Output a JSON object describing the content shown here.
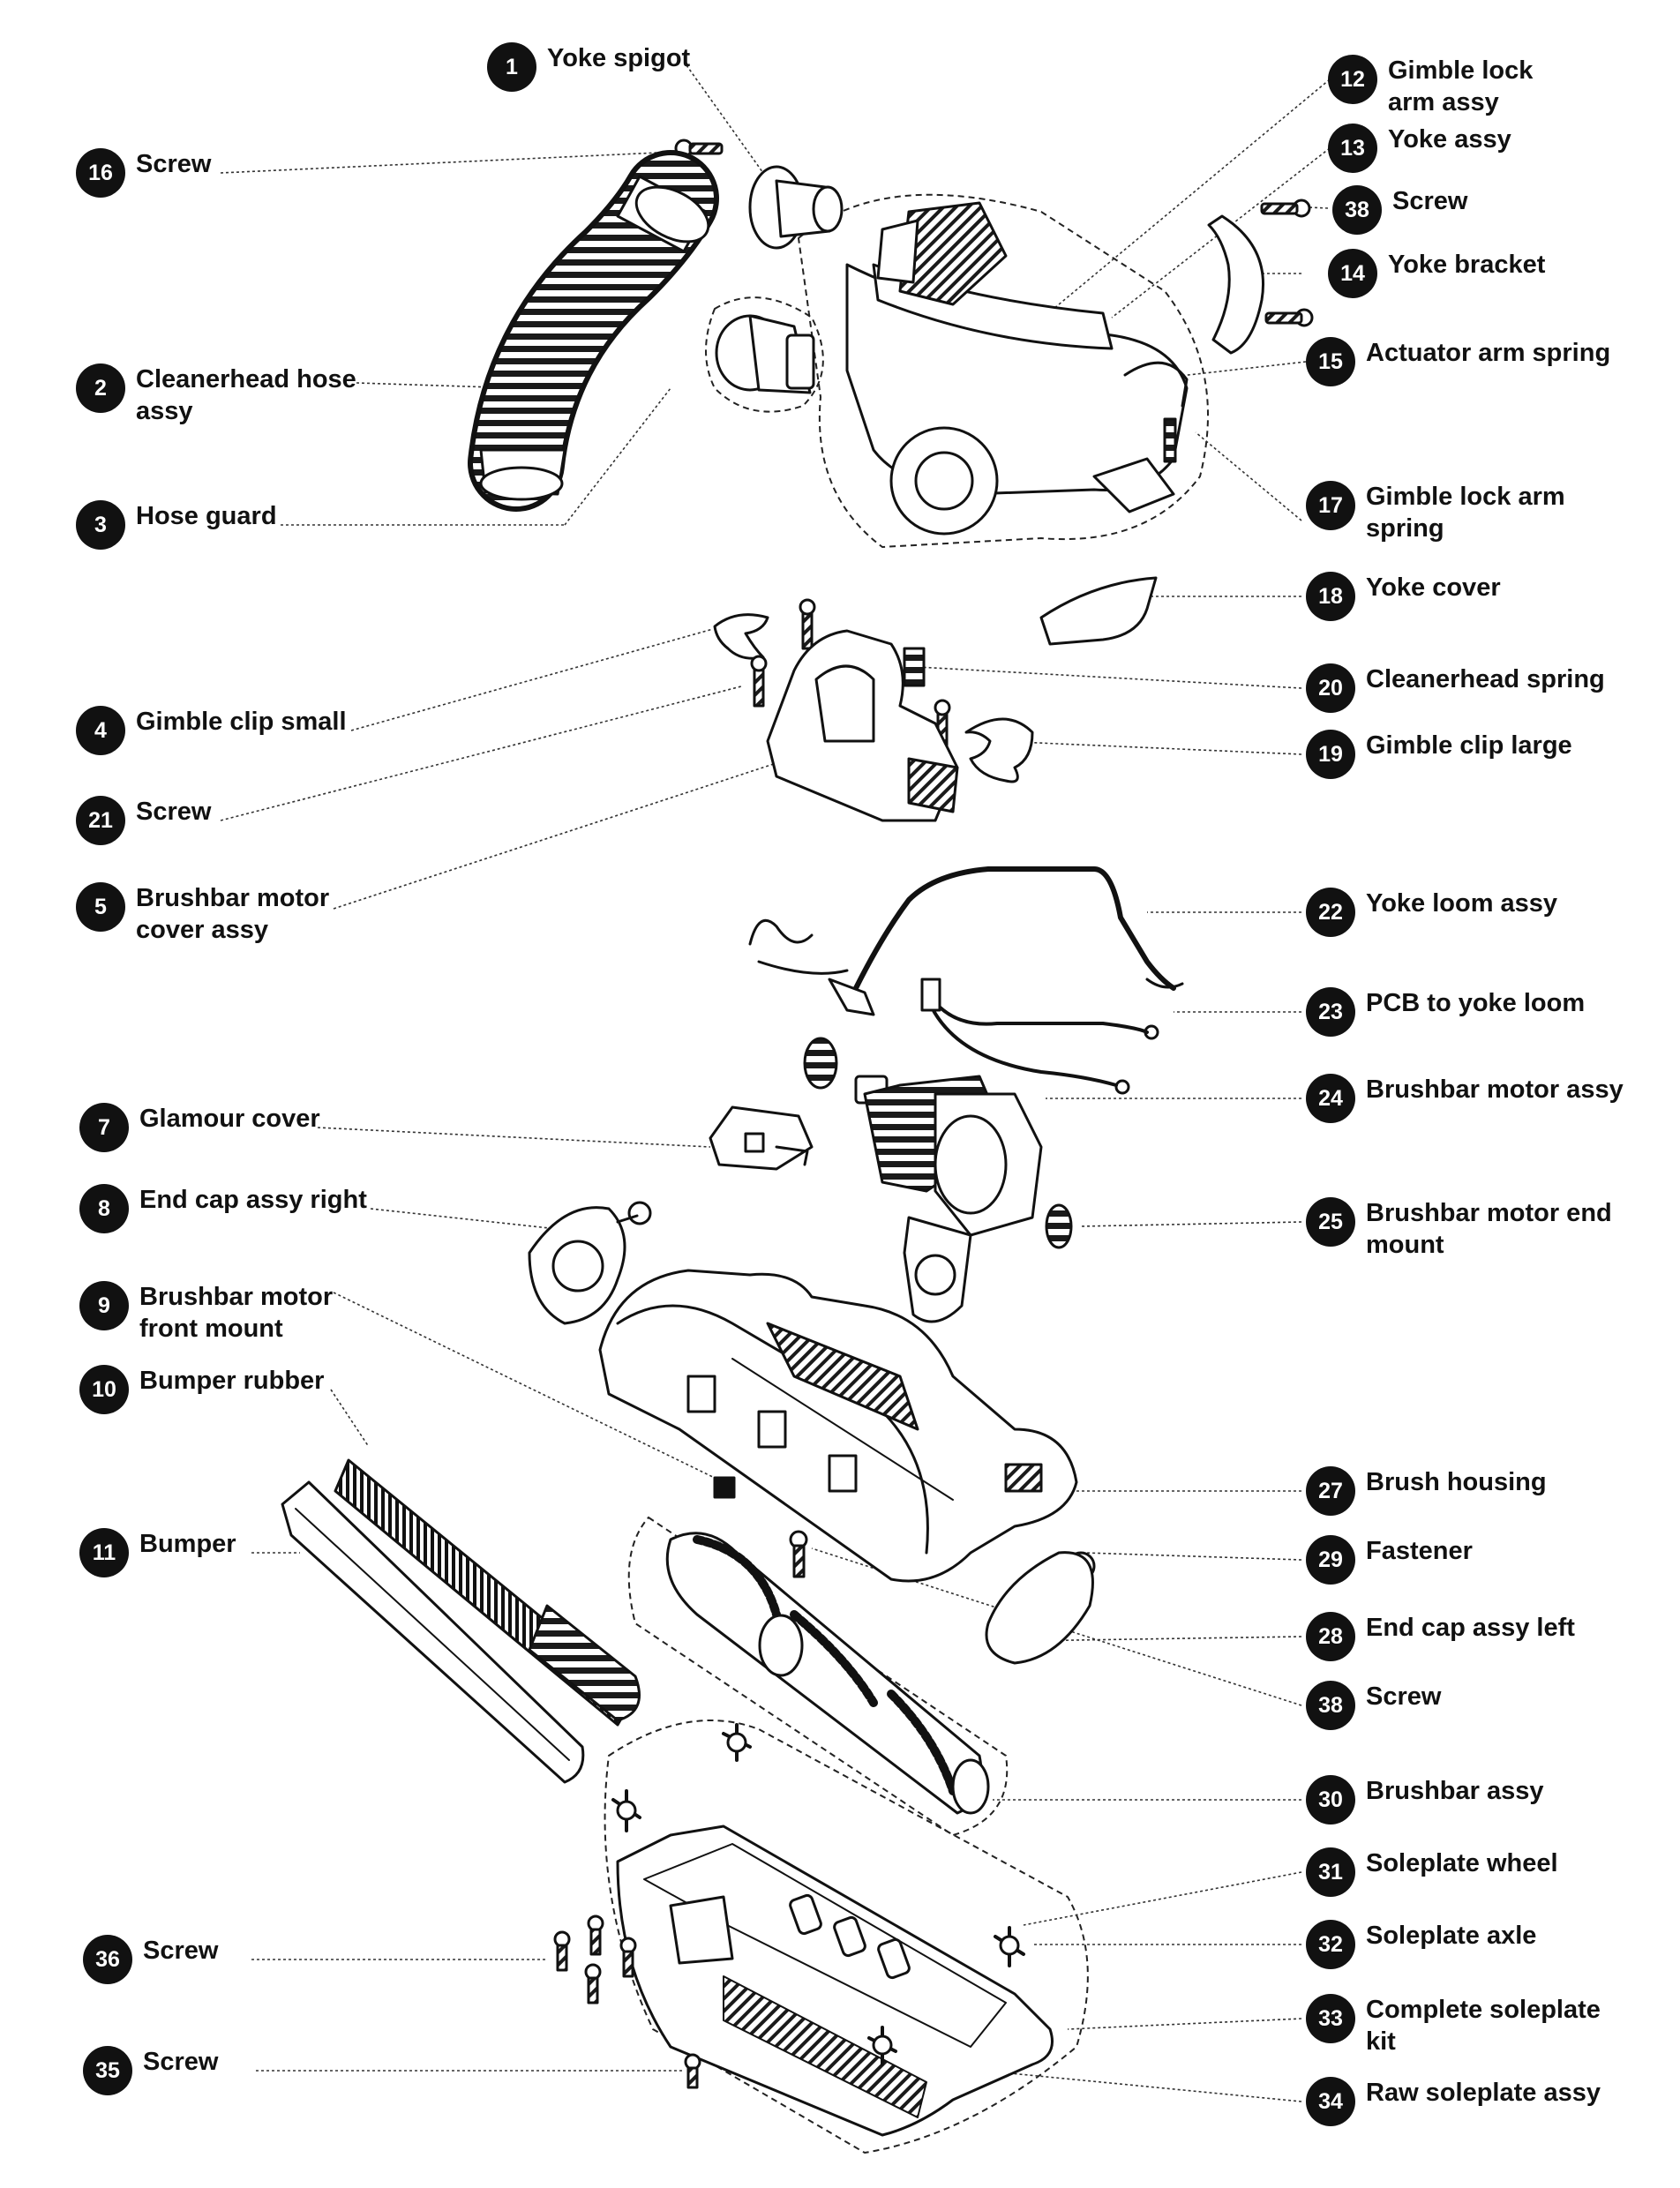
{
  "callouts": [
    {
      "num": "1",
      "label": "Yoke spigot"
    },
    {
      "num": "12",
      "label": "Gimble lock\narm assy"
    },
    {
      "num": "16",
      "label": "Screw"
    },
    {
      "num": "13",
      "label": "Yoke assy"
    },
    {
      "num": "38",
      "label": "Screw"
    },
    {
      "num": "14",
      "label": "Yoke bracket"
    },
    {
      "num": "2",
      "label": "Cleanerhead hose\nassy"
    },
    {
      "num": "15",
      "label": "Actuator arm spring"
    },
    {
      "num": "3",
      "label": "Hose guard"
    },
    {
      "num": "17",
      "label": "Gimble lock arm\nspring"
    },
    {
      "num": "18",
      "label": "Yoke cover"
    },
    {
      "num": "20",
      "label": "Cleanerhead spring"
    },
    {
      "num": "4",
      "label": "Gimble clip small"
    },
    {
      "num": "19",
      "label": "Gimble clip large"
    },
    {
      "num": "21",
      "label": "Screw"
    },
    {
      "num": "5",
      "label": "Brushbar motor\ncover assy"
    },
    {
      "num": "22",
      "label": "Yoke loom assy"
    },
    {
      "num": "23",
      "label": "PCB to yoke loom"
    },
    {
      "num": "24",
      "label": "Brushbar motor assy"
    },
    {
      "num": "7",
      "label": "Glamour cover"
    },
    {
      "num": "8",
      "label": "End cap assy right"
    },
    {
      "num": "25",
      "label": "Brushbar motor end\nmount"
    },
    {
      "num": "9",
      "label": "Brushbar motor\nfront mount"
    },
    {
      "num": "10",
      "label": "Bumper rubber"
    },
    {
      "num": "27",
      "label": "Brush housing"
    },
    {
      "num": "11",
      "label": "Bumper"
    },
    {
      "num": "29",
      "label": "Fastener"
    },
    {
      "num": "28",
      "label": "End cap assy left"
    },
    {
      "num": "38",
      "label": "Screw"
    },
    {
      "num": "30",
      "label": "Brushbar assy"
    },
    {
      "num": "31",
      "label": "Soleplate wheel"
    },
    {
      "num": "36",
      "label": "Screw"
    },
    {
      "num": "32",
      "label": "Soleplate axle"
    },
    {
      "num": "33",
      "label": "Complete soleplate\nkit"
    },
    {
      "num": "35",
      "label": "Screw"
    },
    {
      "num": "34",
      "label": "Raw soleplate assy"
    }
  ]
}
